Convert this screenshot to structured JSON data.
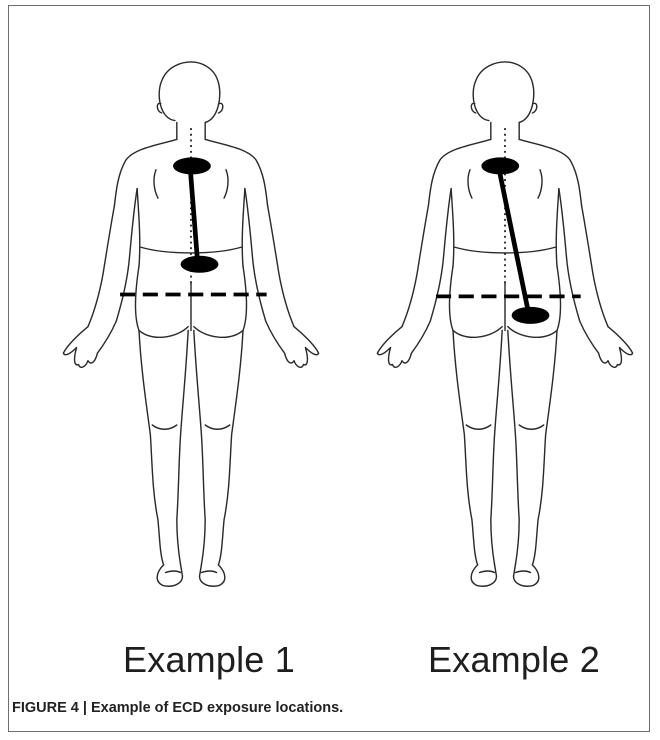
{
  "figure": {
    "caption": "FIGURE 4 | Example of ECD exposure locations.",
    "examples": [
      {
        "label": "Example 1",
        "marker_color": "#000000"
      },
      {
        "label": "Example 2",
        "marker_color": "#000000"
      }
    ]
  }
}
